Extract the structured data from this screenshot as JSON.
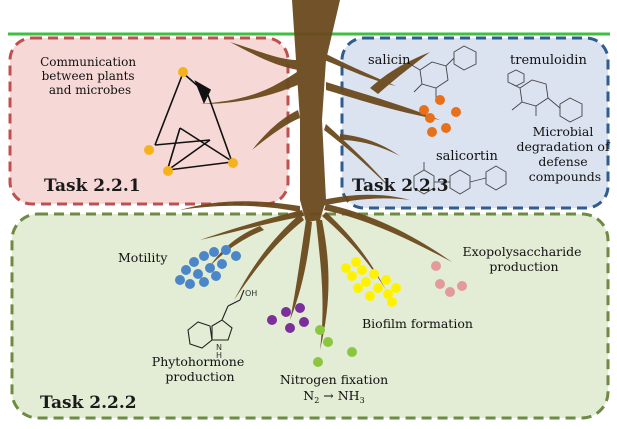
{
  "colors": {
    "ground_line": "#3fbf3f",
    "root": "#6b4a1e",
    "box_2_2_1_fill": "#f6d9d7",
    "box_2_2_1_border": "#c0504d",
    "box_2_2_3_fill": "#dbe3f1",
    "box_2_2_3_border": "#2e5d8e",
    "box_2_2_2_fill": "#e3ecd4",
    "box_2_2_2_border": "#6e8a43",
    "signal_dot": "#f6b21b",
    "degradation_dot": "#e8701a",
    "motility_dot": "#4a86c8",
    "biofilm_dot": "#fff200",
    "eps_dot": "#e39a9a",
    "phytohormone_dot": "#7a2f9a",
    "nitrogen_dot": "#8cc63f"
  },
  "task_2_2_1": {
    "task_label": "Task 2.2.1",
    "caption_line1": "Communication",
    "caption_line2": "between plants",
    "caption_line3": "and microbes"
  },
  "task_2_2_3": {
    "task_label": "Task 2.2.3",
    "compound_salicin": "salicin",
    "compound_tremuloidin": "tremuloidin",
    "compound_salicortin": "salicortin",
    "caption_line1": "Microbial",
    "caption_line2": "degradation of",
    "caption_line3": "defense",
    "caption_line4": "compounds"
  },
  "task_2_2_2": {
    "task_label": "Task 2.2.2",
    "motility": "Motility",
    "exopolysaccharide_line1": "Exopolysaccharide",
    "exopolysaccharide_line2": "production",
    "biofilm": "Biofilm formation",
    "phytohormone_line1": "Phytohormone",
    "phytohormone_line2": "production",
    "nitrogen_line1": "Nitrogen fixation",
    "nitrogen_n2": "N",
    "nitrogen_sub2": "2",
    "nitrogen_arrow": " → NH",
    "nitrogen_sub3": "3",
    "chem_oh": "OH",
    "chem_nh": "N",
    "chem_h": "H"
  }
}
